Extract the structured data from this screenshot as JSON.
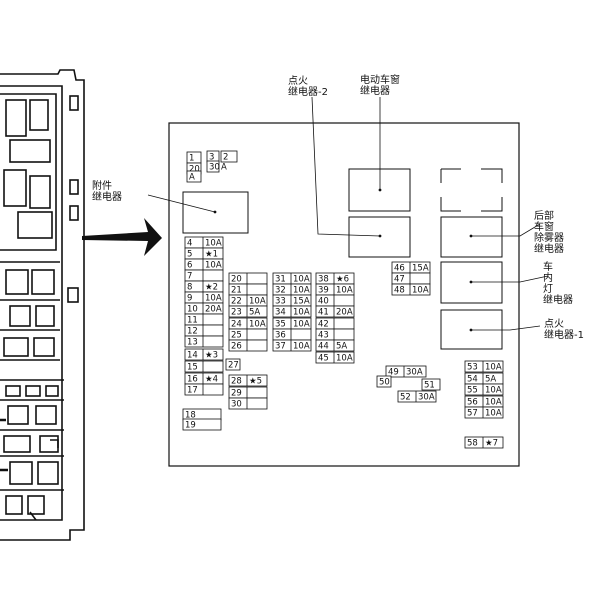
{
  "labels": {
    "accessory_relay": [
      "附件",
      "继电器"
    ],
    "ignition_relay_2": [
      "点火",
      "继电器-2"
    ],
    "power_window_relay": [
      "电动车窗",
      "继电器"
    ],
    "rear_defogger_relay": [
      "后部",
      "车窗",
      "除雾器",
      "继电器"
    ],
    "interior_light_relay": [
      "车",
      "内",
      "灯",
      "继电器"
    ],
    "ignition_relay_1": [
      "点火",
      "继电器-1"
    ]
  },
  "fuse_rows": [
    [
      "1",
      ""
    ],
    [
      "20",
      ""
    ],
    [
      "A",
      ""
    ],
    [
      "4",
      "10A"
    ],
    [
      "5",
      "★1"
    ],
    [
      "6",
      "10A"
    ],
    [
      "7",
      ""
    ],
    [
      "8",
      "★2"
    ],
    [
      "9",
      "10A"
    ],
    [
      "10",
      "20A"
    ],
    [
      "11",
      ""
    ],
    [
      "12",
      ""
    ],
    [
      "13",
      ""
    ],
    [
      "14",
      "★3"
    ],
    [
      "15",
      ""
    ],
    [
      "16",
      "★4"
    ],
    [
      "17",
      ""
    ],
    [
      "18",
      ""
    ],
    [
      "19",
      ""
    ],
    [
      "20",
      ""
    ],
    [
      "21",
      ""
    ],
    [
      "22",
      "10A"
    ],
    [
      "23",
      "5A"
    ],
    [
      "24",
      "10A"
    ],
    [
      "25",
      ""
    ],
    [
      "26",
      ""
    ],
    [
      "27",
      ""
    ],
    [
      "28",
      "★5"
    ],
    [
      "29",
      ""
    ],
    [
      "30",
      ""
    ],
    [
      "31",
      "10A"
    ],
    [
      "32",
      "10A"
    ],
    [
      "33",
      "15A"
    ],
    [
      "34",
      "10A"
    ],
    [
      "35",
      "10A"
    ],
    [
      "36",
      ""
    ],
    [
      "37",
      "10A"
    ],
    [
      "38",
      "★6"
    ],
    [
      "39",
      "10A"
    ],
    [
      "40",
      ""
    ],
    [
      "41",
      "20A"
    ],
    [
      "42",
      ""
    ],
    [
      "43",
      ""
    ],
    [
      "44",
      "5A"
    ],
    [
      "45",
      "10A"
    ],
    [
      "46",
      "15A"
    ],
    [
      "47",
      ""
    ],
    [
      "48",
      "10A"
    ],
    [
      "49",
      "30A"
    ],
    [
      "50",
      ""
    ],
    [
      "51",
      ""
    ],
    [
      "52",
      "30A"
    ],
    [
      "53",
      "10A"
    ],
    [
      "54",
      "5A"
    ],
    [
      "55",
      "10A"
    ],
    [
      "56",
      "10A"
    ],
    [
      "57",
      "10A"
    ],
    [
      "58",
      "★7"
    ],
    [
      "3",
      ""
    ],
    [
      "2",
      ""
    ],
    [
      "30",
      "A"
    ]
  ]
}
